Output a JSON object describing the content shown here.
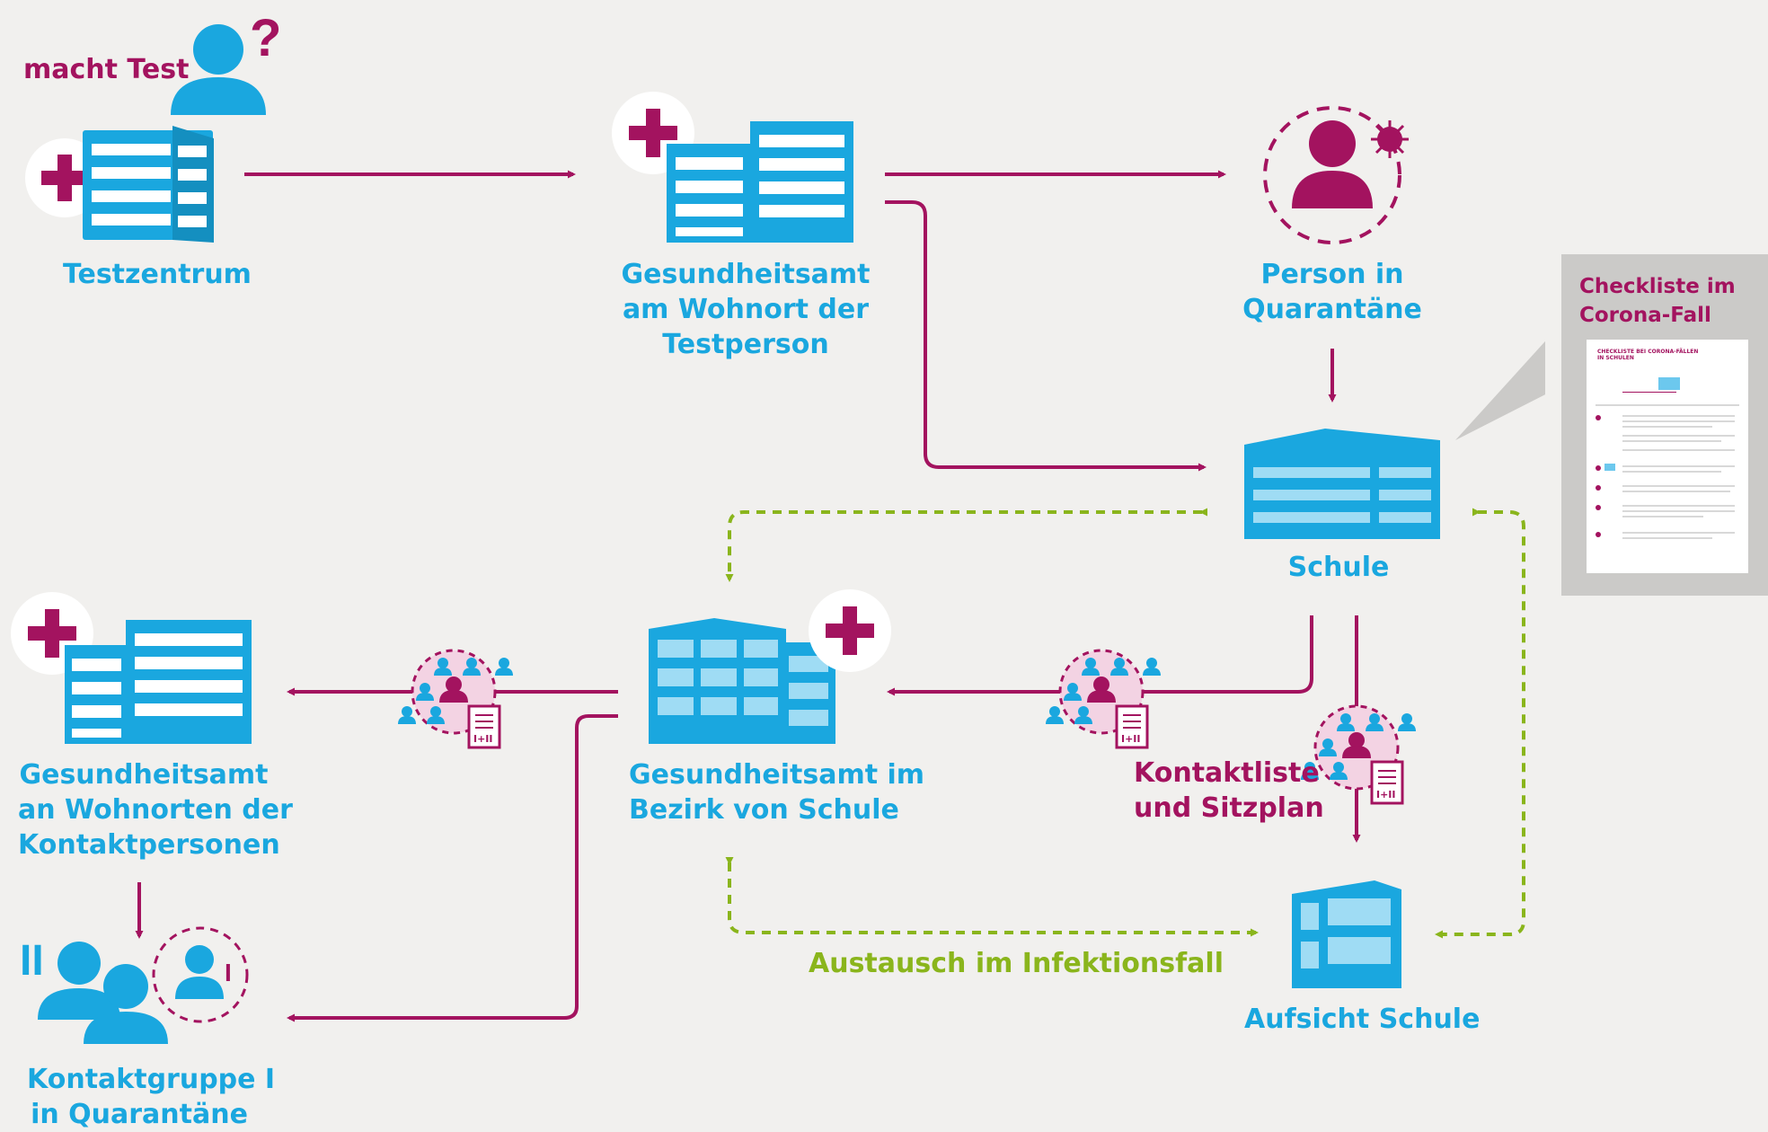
{
  "labels": {
    "test_action": "macht Test",
    "test_center": "Testzentrum",
    "health_office_residence": [
      "Gesundheitsamt",
      "am Wohnort der",
      "Testperson"
    ],
    "person_quarantine": [
      "Person in",
      "Quarantäne"
    ],
    "school": "Schule",
    "health_office_contacts": [
      "Gesundheitsamt",
      "an Wohnorten der",
      "Kontaktpersonen"
    ],
    "health_office_district": [
      "Gesundheitsamt im",
      "Bezirk von Schule"
    ],
    "contact_list": [
      "Kontaktliste",
      "und Sitzplan"
    ],
    "exchange": "Austausch im Infektionsfall",
    "school_supervision": "Aufsicht Schule",
    "contact_group": [
      "Kontaktgruppe I",
      "in Quarantäne"
    ]
  },
  "badges": {
    "question_mark": "?",
    "group_two": "II",
    "group_one": "I",
    "document_mark": "I+II"
  },
  "checklist": {
    "title": [
      "Checkliste im",
      "Corona-Fall"
    ],
    "doc_heading": [
      "CHECKLISTE BEI CORONA-FÄLLEN",
      "IN SCHULEN"
    ]
  },
  "colors": {
    "magenta": "#a3135f",
    "blue": "#1aa7df",
    "light_blue": "#9fdcf4",
    "green": "#8ab51c",
    "pink_circle": "#f3d3e3",
    "background": "#f1f0ee",
    "panel": "#cbcac8"
  },
  "icons": [
    "person-question-icon",
    "health-office-building-icon",
    "infected-person-icon",
    "school-building-icon",
    "contact-document-icon",
    "contact-group-icon",
    "supervision-building-icon",
    "checklist-document-icon"
  ]
}
